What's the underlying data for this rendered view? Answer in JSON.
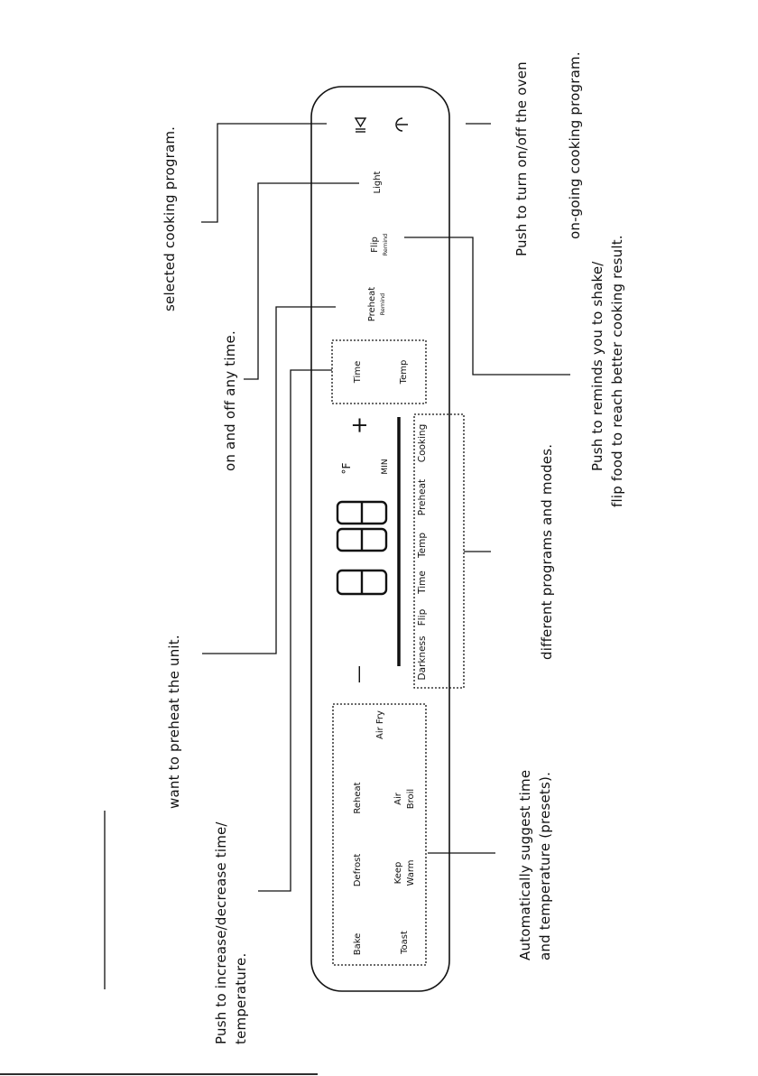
{
  "annotations": {
    "push_increase_decrease": "Push to increase/decrease time/",
    "push_increase_decrease_2": "temperature.",
    "preheat_unit": "want to preheat the unit.",
    "on_off_any_time": "on and off any time.",
    "selected_program": "selected cooking program.",
    "power_on_off": "Push to turn on/off the oven",
    "ongoing_program": "on-going cooking program.",
    "flip_remind": "Push to reminds you to shake/",
    "flip_remind_2": "flip food to reach better cooking result.",
    "programs_modes": "different programs and modes.",
    "presets": "Automatically suggest time",
    "presets_2": "and temperature (presets)."
  },
  "panel": {
    "light": "Light",
    "flip": "Flip",
    "flip_sub": "Remind",
    "preheat": "Preheat",
    "preheat_sub": "Remind",
    "time": "Time",
    "temp": "Temp",
    "plus": "+",
    "minus": "—",
    "unit_f": "°F",
    "unit_min": "MIN",
    "display_digits": "888",
    "presets": {
      "bake": "Bake",
      "toast": "Toast",
      "defrost": "Defrost",
      "keep_warm": "Keep",
      "keep_warm_2": "Warm",
      "reheat": "Reheat",
      "air_broil": "Air",
      "air_broil_2": "Broil",
      "air_fry": "Air Fry"
    },
    "status": {
      "darkness": "Darkness",
      "flip": "Flip",
      "time": "Time",
      "temp": "Temp",
      "preheat": "Preheat",
      "cooking": "Cooking"
    }
  }
}
